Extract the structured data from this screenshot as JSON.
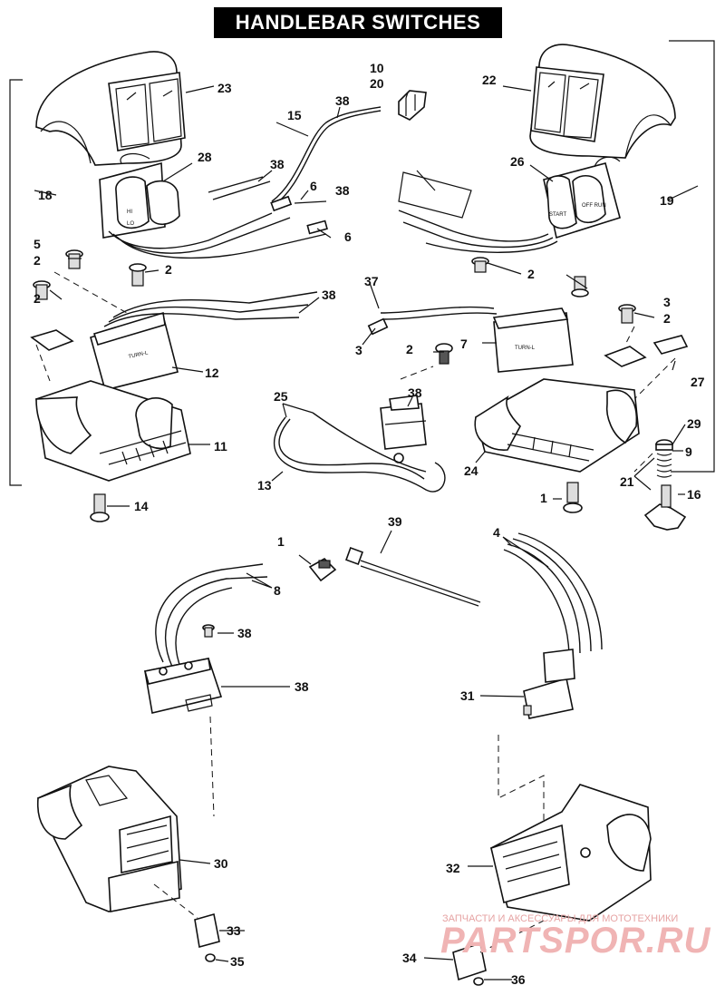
{
  "title": "HANDLEBAR SWITCHES",
  "callouts": [
    "23",
    "38",
    "15",
    "10",
    "20",
    "22",
    "28",
    "38",
    "26",
    "18",
    "6",
    "38",
    "19",
    "6",
    "2",
    "5",
    "2",
    "2",
    "2",
    "38",
    "37",
    "2",
    "3",
    "2",
    "3",
    "7",
    "27",
    "12",
    "25",
    "38",
    "29",
    "9",
    "11",
    "24",
    "21",
    "13",
    "16",
    "14",
    "1",
    "1",
    "39",
    "8",
    "38",
    "4",
    "38",
    "31",
    "30",
    "32",
    "33",
    "35",
    "34",
    "36",
    "34"
  ],
  "part_texts": {
    "turn_l_25": "TURN-L",
    "turn_l_27": "TURN-L",
    "start": "START",
    "hi": "HI",
    "lo": "LO",
    "off_run": "OFF RUN"
  },
  "watermark": {
    "line1": "ЗАПЧАСТИ И АКСЕССУАРЫ ДЛЯ МОТОТЕХНИКИ",
    "line2": "PARTSPOR.RU"
  }
}
